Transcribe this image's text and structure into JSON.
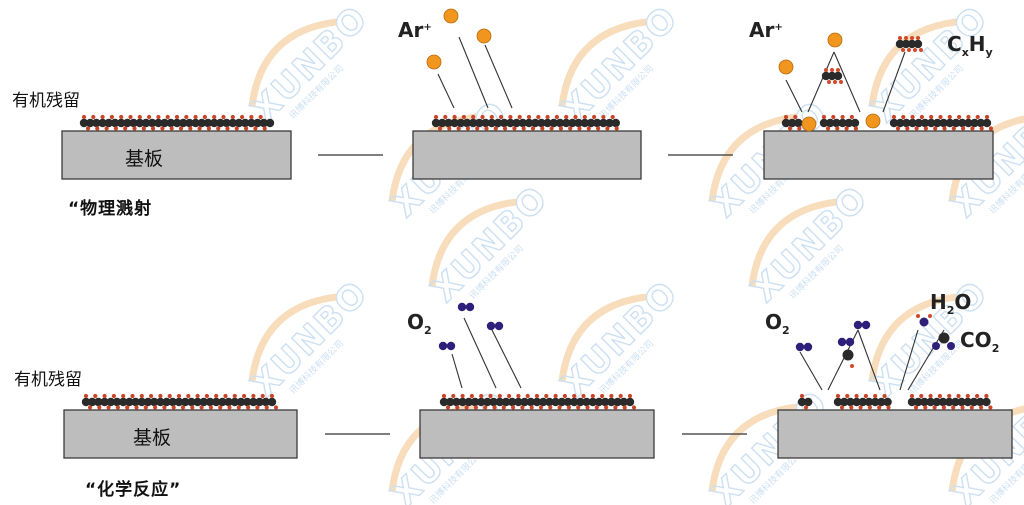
{
  "labels": {
    "residue": "有机残留",
    "substrate": "基板",
    "physical_sputter": "“物理溅射",
    "chemical_reaction": "“化学反应”"
  },
  "species": {
    "argon": {
      "symbol": "Ar",
      "charge": "+"
    },
    "hydrocarbon": {
      "c": "C",
      "x": "x",
      "h": "H",
      "y": "y"
    },
    "oxygen": {
      "symbol": "O",
      "sub": "2"
    },
    "water": {
      "h": "H",
      "sub": "2",
      "o": "O"
    },
    "carbon_dioxide": {
      "symbol": "CO",
      "sub": "2"
    }
  },
  "watermark": {
    "brand": "XUNBO",
    "tagline": "讯博科技有限公司"
  },
  "colors": {
    "substrate_fill": "#bdbdbd",
    "substrate_stroke": "#3a3a3a",
    "carbon": "#2a2a2a",
    "residue_atom": "#c8452a",
    "argon_ion": "#f0961e",
    "oxygen": "#2e1f7a",
    "hydrogen": "#d04a2c",
    "watermark_blue": "#bcd6ee",
    "watermark_orange": "#f6d2a6"
  }
}
